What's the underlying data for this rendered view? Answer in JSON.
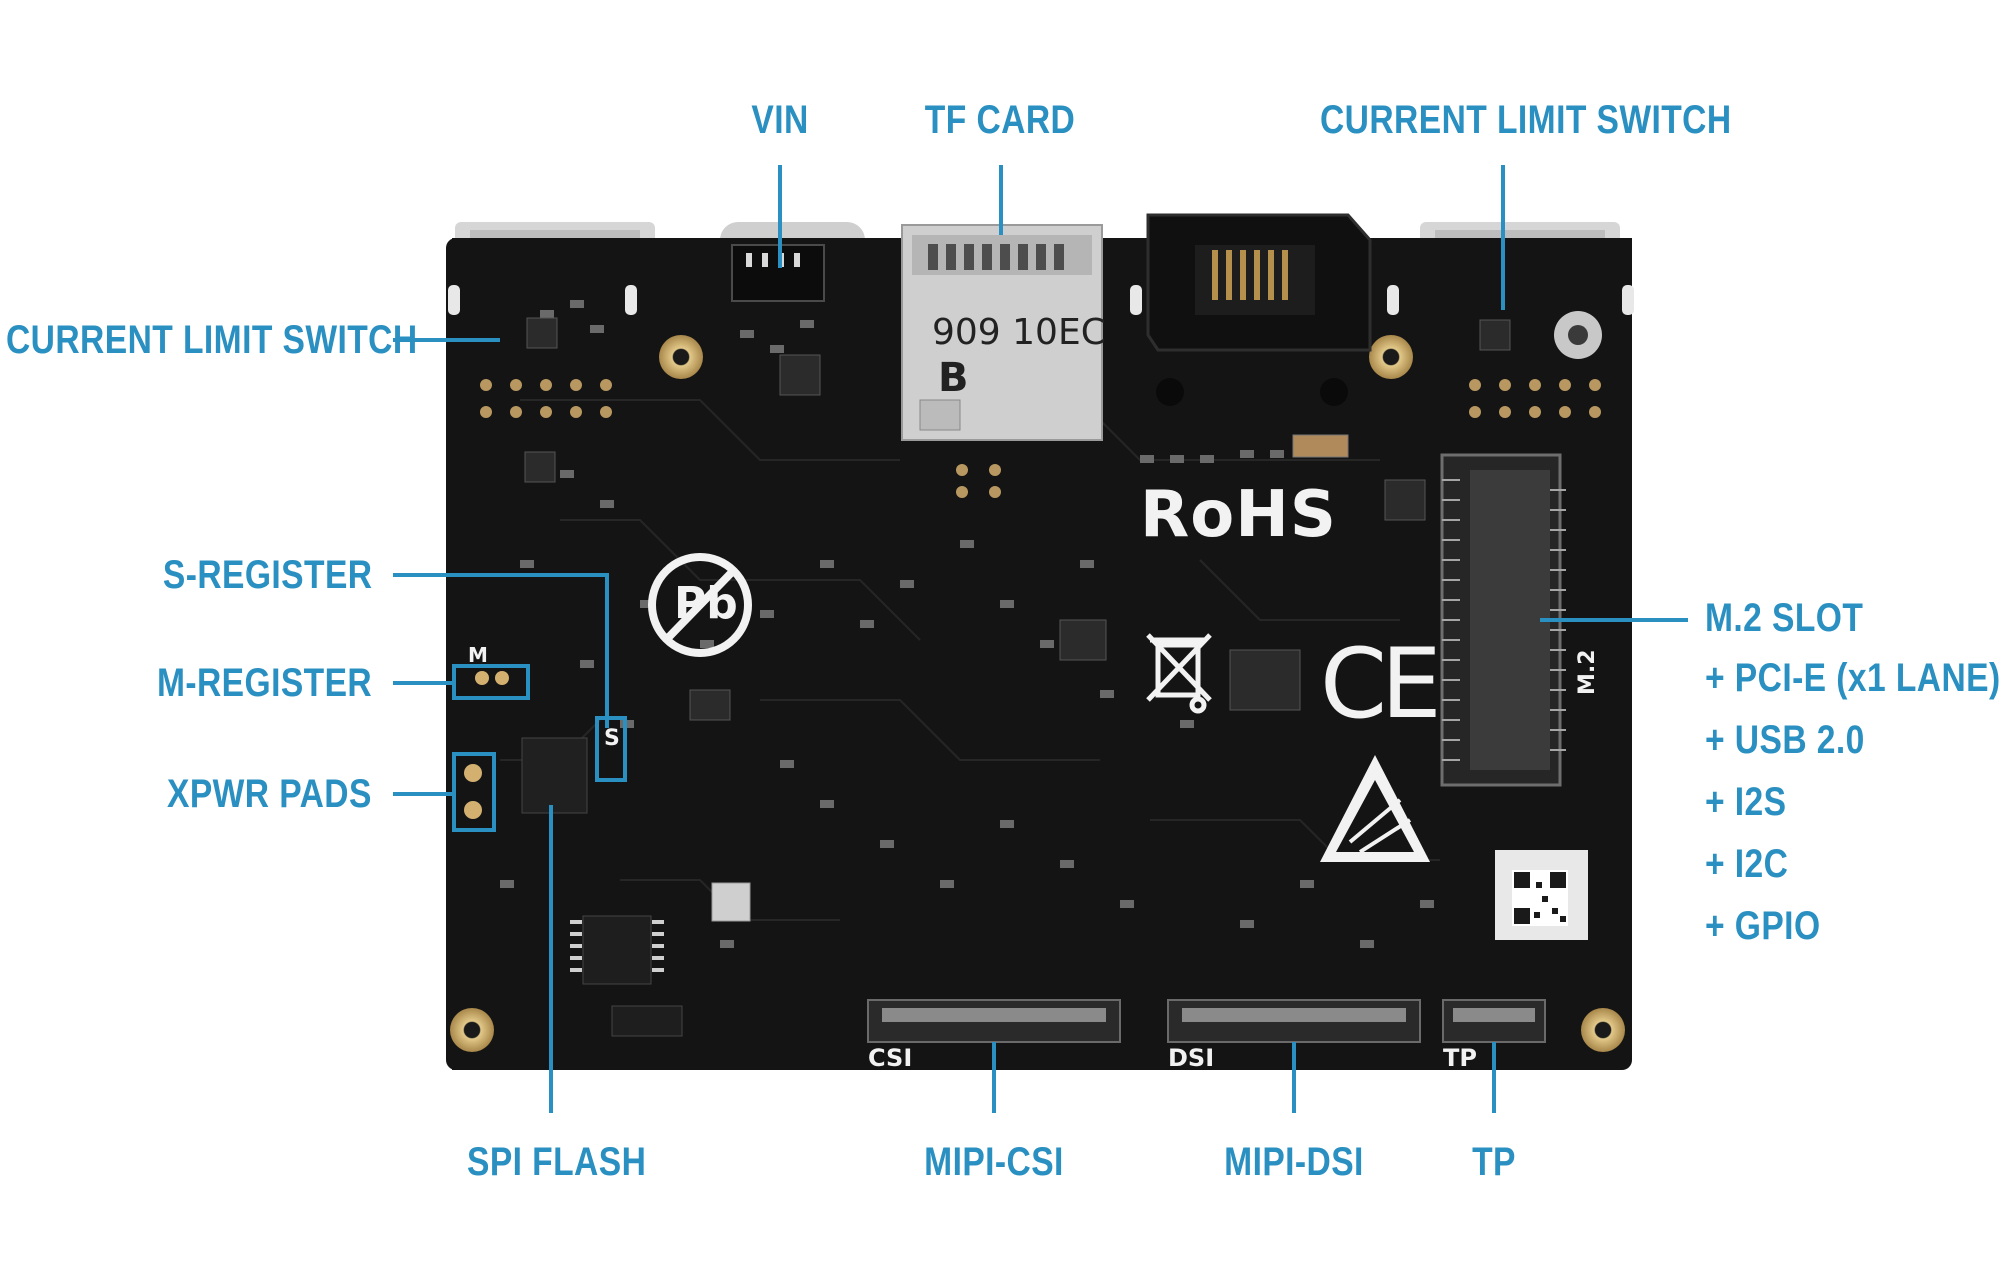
{
  "callouts": {
    "vin": "VIN",
    "tf_card": "TF CARD",
    "current_limit_switch_top": "CURRENT LIMIT SWITCH",
    "current_limit_switch_left": "CURRENT LIMIT SWITCH",
    "s_register": "S-REGISTER",
    "m_register": "M-REGISTER",
    "xpwr_pads": "XPWR PADS",
    "spi_flash": "SPI FLASH",
    "mipi_csi": "MIPI-CSI",
    "mipi_dsi": "MIPI-DSI",
    "tp": "TP",
    "m2_slot": "M.2 SLOT",
    "m2_features": [
      "+ PCI-E (x1 LANE)",
      "+ USB 2.0",
      "+ I2S",
      "+ I2C",
      "+ GPIO"
    ]
  },
  "silkscreen": {
    "rohs": "RoHS",
    "ce": "CE",
    "pb": "Pb",
    "csi": "CSI",
    "dsi": "DSI",
    "tp": "TP",
    "m2": "M.2",
    "m": "M",
    "s": "S",
    "tf_code_line1": "909 10EC",
    "tf_code_line2": "B"
  },
  "colors": {
    "accent": "#2a8fc1",
    "board": "#141414",
    "silkscreen": "#f2f2f2",
    "gold": "#c9a86a"
  }
}
